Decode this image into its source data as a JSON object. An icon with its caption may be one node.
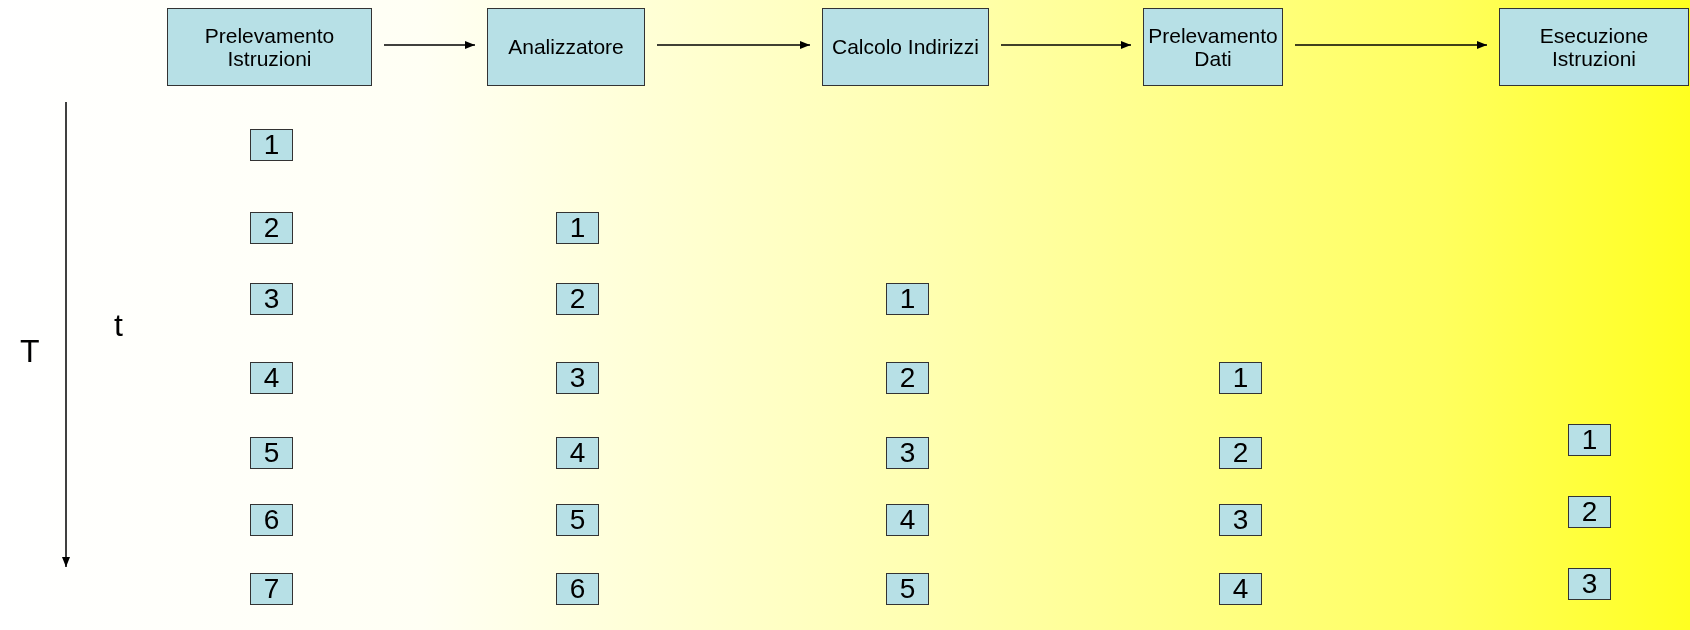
{
  "diagram": {
    "nodes": [
      {
        "text": [
          "Prelevamento Istruzioni"
        ]
      },
      {
        "text": [
          "Analizzatore"
        ]
      },
      {
        "text": [
          "Calcolo Indirizzi"
        ]
      },
      {
        "text": [
          "Prelevamento Dati"
        ]
      },
      {
        "text": [
          "Esecuzione Istruzioni"
        ]
      },
      {
        "text": [
          "1"
        ]
      },
      {
        "text": [
          "2"
        ]
      },
      {
        "text": [
          "1"
        ]
      },
      {
        "text": [
          "3"
        ]
      },
      {
        "text": [
          "2"
        ]
      },
      {
        "text": [
          "1"
        ]
      },
      {
        "text": [
          "4"
        ]
      },
      {
        "text": [
          "3"
        ]
      },
      {
        "text": [
          "2"
        ]
      },
      {
        "text": [
          "1"
        ]
      },
      {
        "text": [
          "5"
        ]
      },
      {
        "text": [
          "4"
        ]
      },
      {
        "text": [
          "3"
        ]
      },
      {
        "text": [
          "2"
        ]
      },
      {
        "text": [
          "1"
        ]
      },
      {
        "text": [
          "6"
        ]
      },
      {
        "text": [
          "5"
        ]
      },
      {
        "text": [
          "4"
        ]
      },
      {
        "text": [
          "3"
        ]
      },
      {
        "text": [
          "2"
        ]
      },
      {
        "text": [
          "7"
        ]
      },
      {
        "text": [
          "6"
        ]
      },
      {
        "text": [
          "5"
        ]
      },
      {
        "text": [
          "4"
        ]
      },
      {
        "text": [
          "3"
        ]
      }
    ],
    "edges": [
      {
        "from": 0,
        "to": 1,
        "arrow": "to"
      },
      {
        "from": 1,
        "to": 2,
        "arrow": "to"
      },
      {
        "from": 2,
        "to": 3,
        "arrow": "to"
      },
      {
        "from": 3,
        "to": 4,
        "arrow": "to"
      }
    ],
    "labels": [
      "T",
      "t"
    ]
  }
}
